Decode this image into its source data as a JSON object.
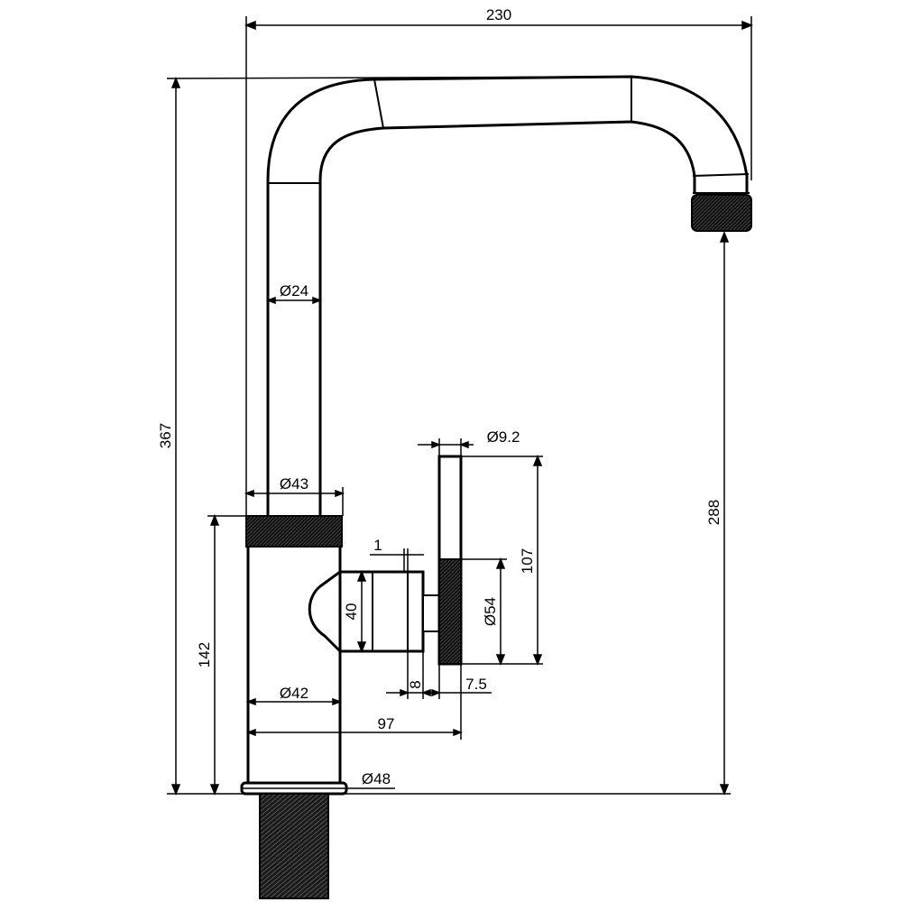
{
  "dimensions": {
    "overall_width": "230",
    "overall_height": "367",
    "spout_height": "288",
    "spout_tube_diameter": "Ø24",
    "collar_diameter": "Ø43",
    "lever_diameter": "Ø9.2",
    "handle_length": "107",
    "handle_grip_diameter": "Ø54",
    "gap": "1",
    "hub_height": "40",
    "hub_width": "8",
    "handle_offset": "7.5",
    "body_diameter": "Ø42",
    "body_to_handle": "97",
    "base_plate_diameter": "Ø48",
    "body_height": "142"
  },
  "colors": {
    "line": "#000000",
    "background": "#ffffff"
  }
}
